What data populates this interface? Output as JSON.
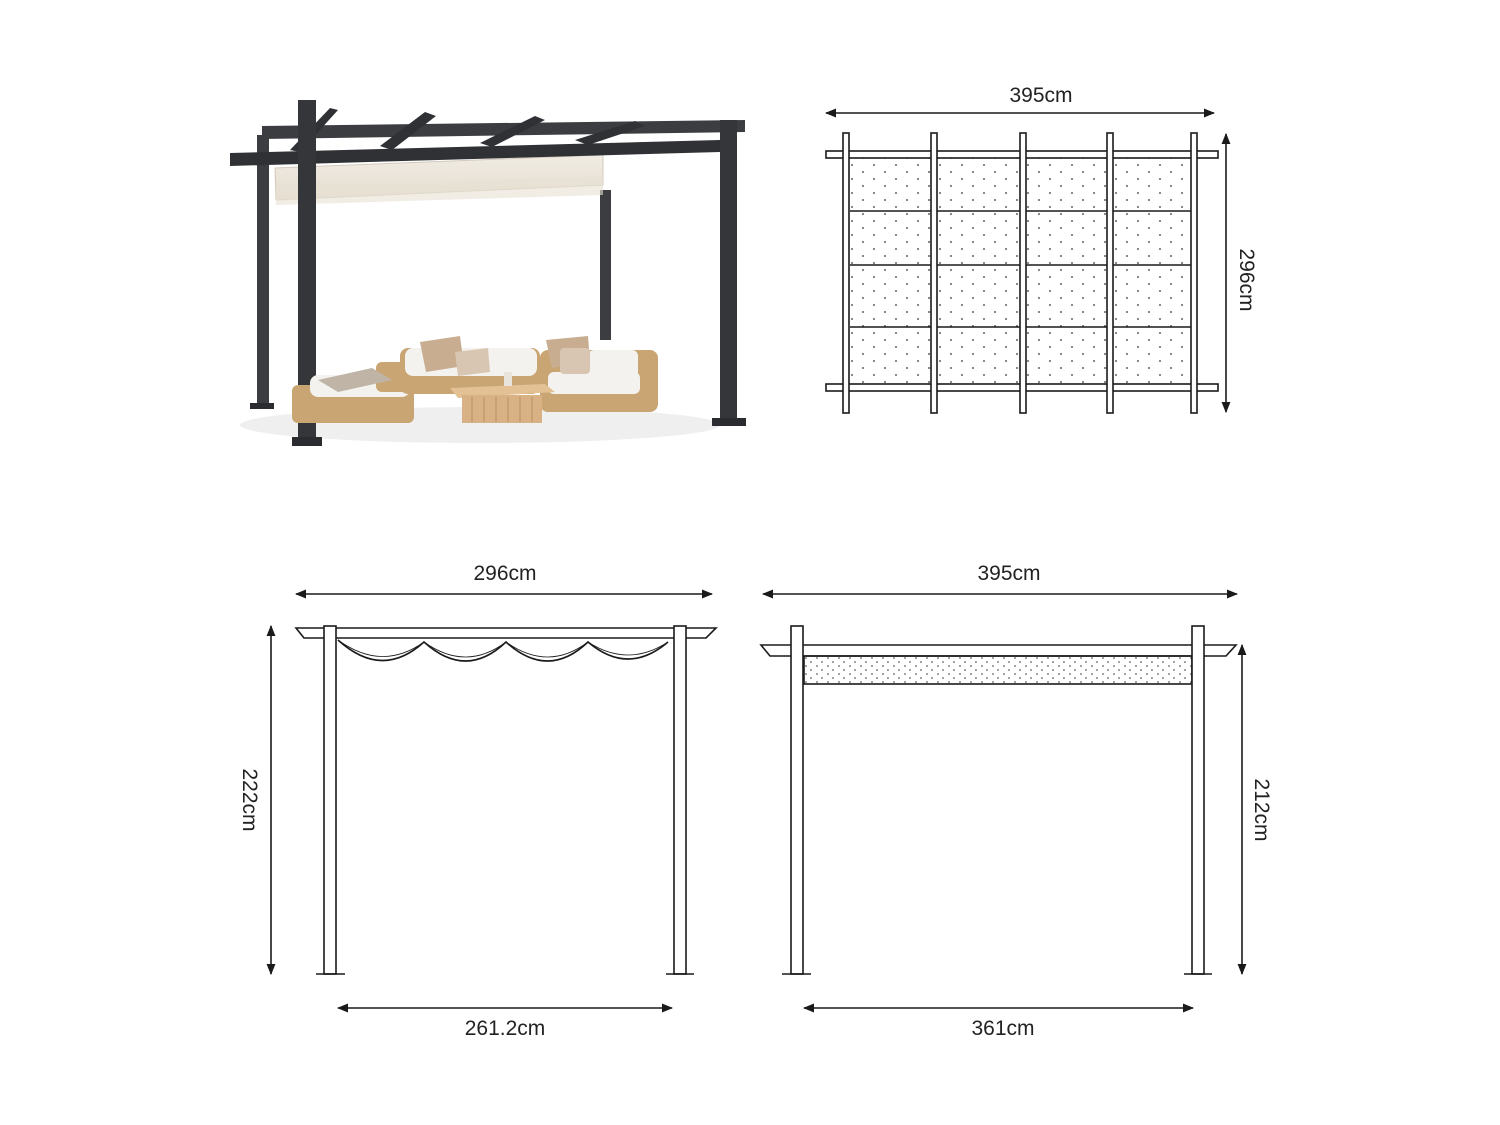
{
  "colors": {
    "frame": "#3b3d40",
    "frame_dark": "#2a2c2f",
    "canopy": "#ece6dc",
    "line": "#1a1a1a",
    "rattan": "#c9a574",
    "cushion": "#f4f2ee",
    "pillow": "#c8ad90",
    "table": "#d8b284"
  },
  "product_photo": {
    "description_icon": "pergola-photo"
  },
  "top_view": {
    "width_label": "395cm",
    "depth_label": "296cm"
  },
  "side_view": {
    "width_label": "296cm",
    "height_label": "222cm",
    "inner_label": "261.2cm"
  },
  "front_view": {
    "width_label": "395cm",
    "height_label": "212cm",
    "inner_label": "361cm"
  }
}
